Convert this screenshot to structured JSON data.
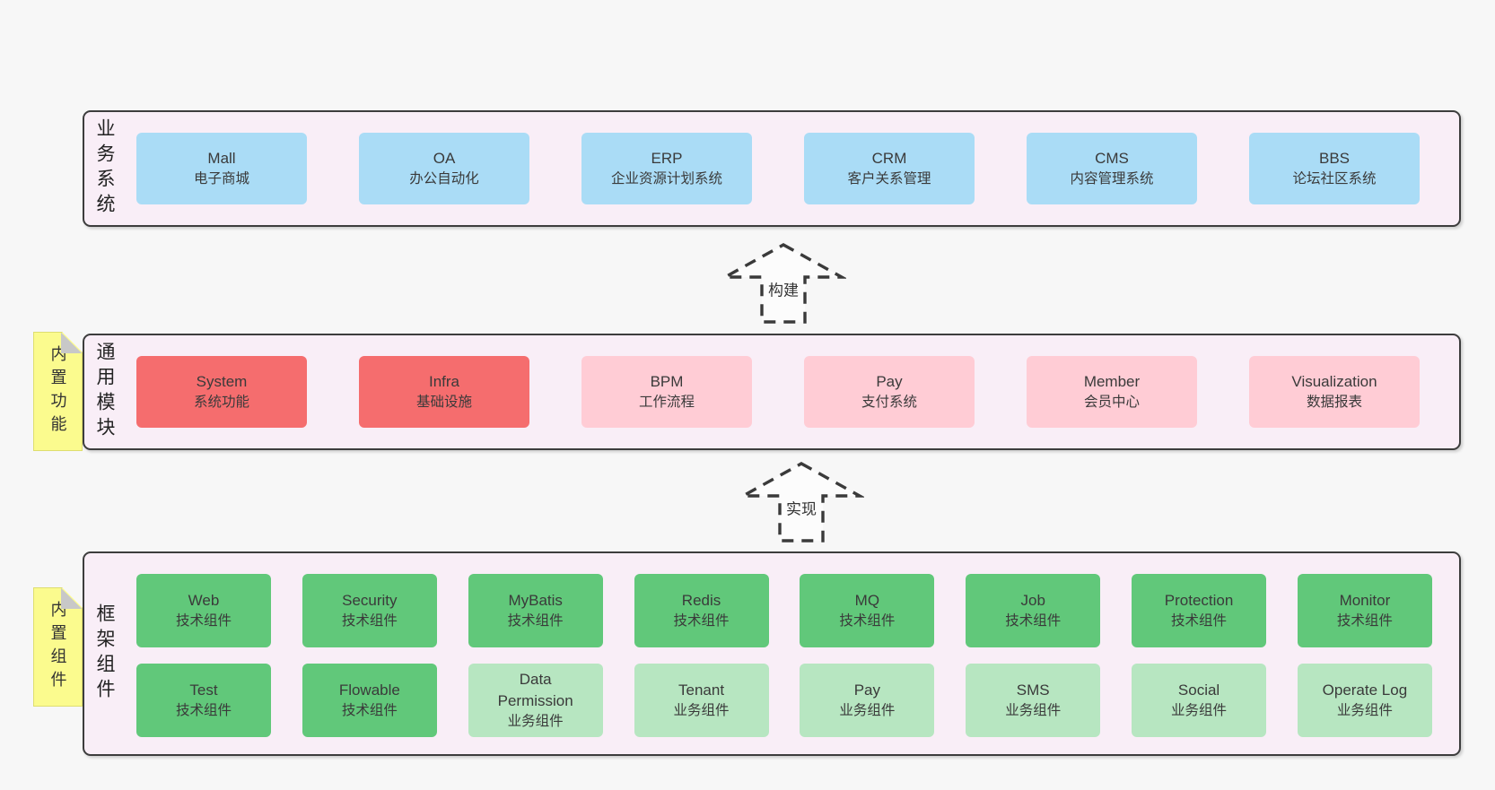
{
  "bands": [
    {
      "label": "业务系统",
      "boxes": [
        {
          "title": "Mall",
          "subtitle": "电子商城"
        },
        {
          "title": "OA",
          "subtitle": "办公自动化"
        },
        {
          "title": "ERP",
          "subtitle": "企业资源计划系统"
        },
        {
          "title": "CRM",
          "subtitle": "客户关系管理"
        },
        {
          "title": "CMS",
          "subtitle": "内容管理系统"
        },
        {
          "title": "BBS",
          "subtitle": "论坛社区系统"
        }
      ]
    },
    {
      "label": "通用模块",
      "note": "内置功能",
      "boxes": [
        {
          "title": "System",
          "subtitle": "系统功能"
        },
        {
          "title": "Infra",
          "subtitle": "基础设施"
        },
        {
          "title": "BPM",
          "subtitle": "工作流程"
        },
        {
          "title": "Pay",
          "subtitle": "支付系统"
        },
        {
          "title": "Member",
          "subtitle": "会员中心"
        },
        {
          "title": "Visualization",
          "subtitle": "数据报表"
        }
      ]
    },
    {
      "label": "框架组件",
      "note": "内置组件",
      "rows": [
        [
          {
            "title": "Web",
            "subtitle": "技术组件"
          },
          {
            "title": "Security",
            "subtitle": "技术组件"
          },
          {
            "title": "MyBatis",
            "subtitle": "技术组件"
          },
          {
            "title": "Redis",
            "subtitle": "技术组件"
          },
          {
            "title": "MQ",
            "subtitle": "技术组件"
          },
          {
            "title": "Job",
            "subtitle": "技术组件"
          },
          {
            "title": "Protection",
            "subtitle": "技术组件"
          },
          {
            "title": "Monitor",
            "subtitle": "技术组件"
          }
        ],
        [
          {
            "title": "Test",
            "subtitle": "技术组件"
          },
          {
            "title": "Flowable",
            "subtitle": "技术组件"
          },
          {
            "title": "Data Permission",
            "subtitle": "业务组件"
          },
          {
            "title": "Tenant",
            "subtitle": "业务组件"
          },
          {
            "title": "Pay",
            "subtitle": "业务组件"
          },
          {
            "title": "SMS",
            "subtitle": "业务组件"
          },
          {
            "title": "Social",
            "subtitle": "业务组件"
          },
          {
            "title": "Operate Log",
            "subtitle": "业务组件"
          }
        ]
      ]
    }
  ],
  "arrows": [
    {
      "label": "构建"
    },
    {
      "label": "实现"
    }
  ],
  "colors": {
    "page_bg": "#f7f7f7",
    "band_bg": "#f9eef7",
    "band_border": "#3d3d3d",
    "blue": "#aadcf6",
    "red": "#f56d6e",
    "pink": "#ffccd5",
    "green_dark": "#61c87a",
    "green_light": "#b7e6c1",
    "note_yellow": "#fbfb8e",
    "fold_gray": "#c8c8c8"
  }
}
